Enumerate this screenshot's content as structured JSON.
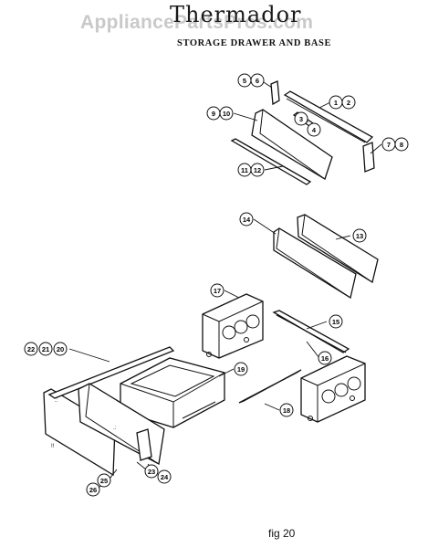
{
  "header": {
    "watermark": "AppliancePartsPros.com",
    "brand": "Thermador",
    "title": "STORAGE DRAWER AND BASE"
  },
  "footer": {
    "figure": "fig 20"
  },
  "callouts": {
    "c1": "1",
    "c2": "2",
    "c3": "3",
    "c4": "4",
    "c5": "5",
    "c6": "6",
    "c7": "7",
    "c8": "8",
    "c9": "9",
    "c10": "10",
    "c11": "11",
    "c12": "12",
    "c13": "13",
    "c14": "14",
    "c15": "15",
    "c16": "16",
    "c17": "17",
    "c18": "18",
    "c19": "19",
    "c20": "20",
    "c21": "21",
    "c22": "22",
    "c23": "23",
    "c24": "24",
    "c25": "25",
    "c26": "26"
  }
}
